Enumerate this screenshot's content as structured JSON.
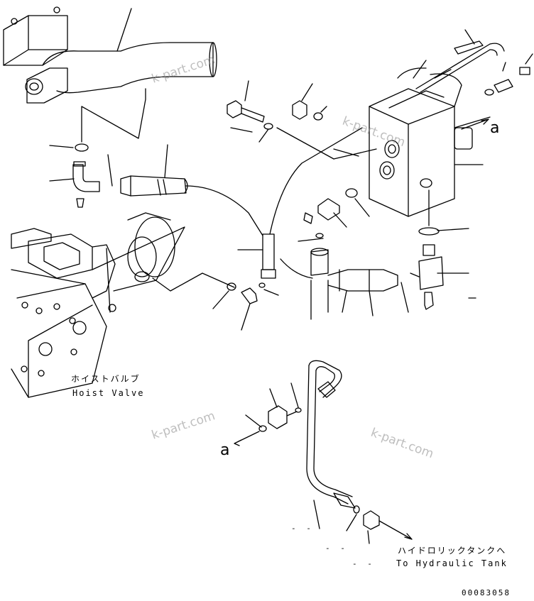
{
  "labels": {
    "hoist_valve_jp": "ホイストバルブ",
    "hoist_valve_en": "Hoist Valve",
    "hydraulic_tank_jp": "ハイドロリックタンクへ",
    "hydraulic_tank_en": "To Hydraulic Tank",
    "ref_a_top": "a",
    "ref_a_bottom": "a",
    "drawing_number": "00083058",
    "dash_1": "- -",
    "dash_2": "- -",
    "dash_3": "- -"
  },
  "watermarks": [
    "k-part.com",
    "k-part.com",
    "k-part.com",
    "k-part.com"
  ]
}
